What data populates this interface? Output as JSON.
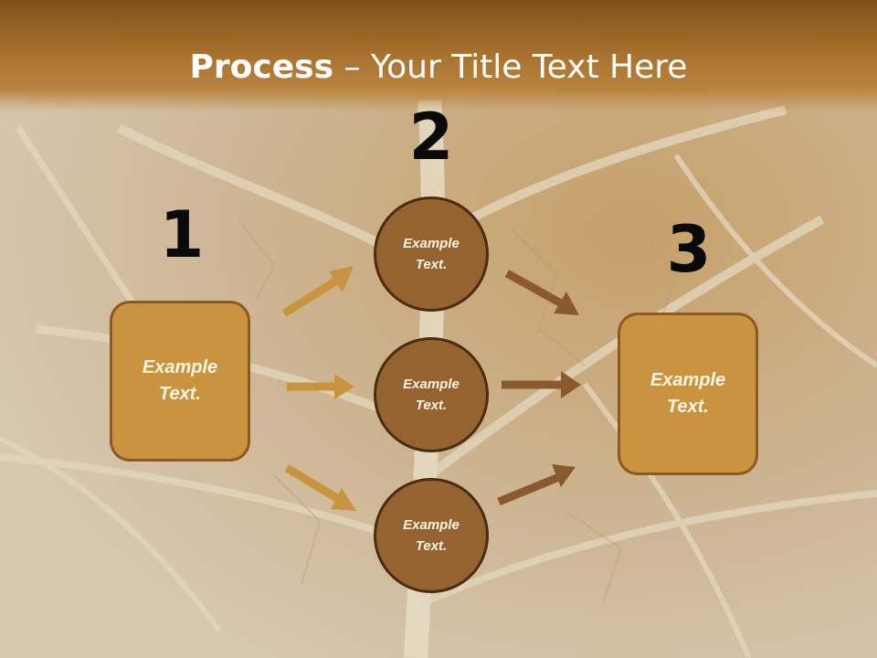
{
  "slide": {
    "title_bold": "Process",
    "title_rest": " – Your Title Text Here"
  },
  "steps": {
    "step1": {
      "number": "1",
      "text": "Example Text."
    },
    "step2": {
      "number": "2",
      "circles": [
        {
          "text": "Example Text."
        },
        {
          "text": "Example Text."
        },
        {
          "text": "Example Text."
        }
      ]
    },
    "step3": {
      "number": "3",
      "text": "Example Text."
    }
  },
  "colors": {
    "title_bar": "#a56f2d",
    "box_fill": "#c9933f",
    "circle_fill": "#956230",
    "light_arrow": "#c9933f",
    "dark_arrow": "#8a5a2e"
  }
}
